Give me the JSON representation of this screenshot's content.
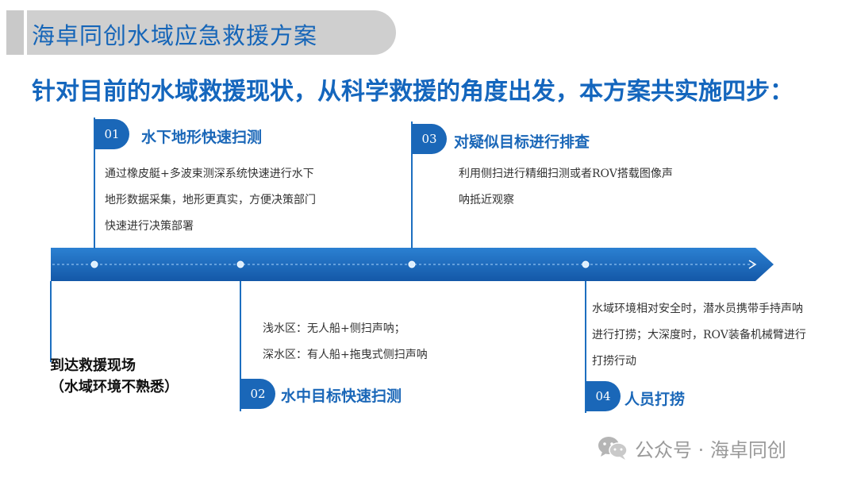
{
  "header": {
    "title": "海卓同创水域应急救援方案"
  },
  "headline": "针对目前的水域救援现状，从科学救援的角度出发，本方案共实施四步：",
  "start_point": {
    "line1": "到达救援现场",
    "line2": "（水域环境不熟悉）"
  },
  "steps": [
    {
      "number": "01",
      "title": "水下地形快速扫测",
      "desc": [
        "通过橡皮艇+多波束测深系统快速进行水下",
        "地形数据采集，地形更真实，方便决策部门",
        "快速进行决策部署"
      ]
    },
    {
      "number": "02",
      "title": "水中目标快速扫测",
      "desc": [
        "浅水区：无人船+侧扫声呐；",
        "深水区：有人船+拖曳式侧扫声呐"
      ]
    },
    {
      "number": "03",
      "title": "对疑似目标进行排查",
      "desc": [
        "利用侧扫进行精细扫测或者ROV搭载图像声",
        "呐抵近观察"
      ]
    },
    {
      "number": "04",
      "title": "人员打捞",
      "desc": [
        "水域环境相对安全时，潜水员携带手持声呐",
        "进行打捞；大深度时，ROV装备机械臂进行",
        "打捞行动"
      ]
    }
  ],
  "watermark": {
    "text": "公众号 · 海卓同创",
    "icon": "wechat-icon"
  },
  "colors": {
    "primary": "#1a67b8",
    "banner": "#cfcfcf",
    "text": "#333333"
  }
}
